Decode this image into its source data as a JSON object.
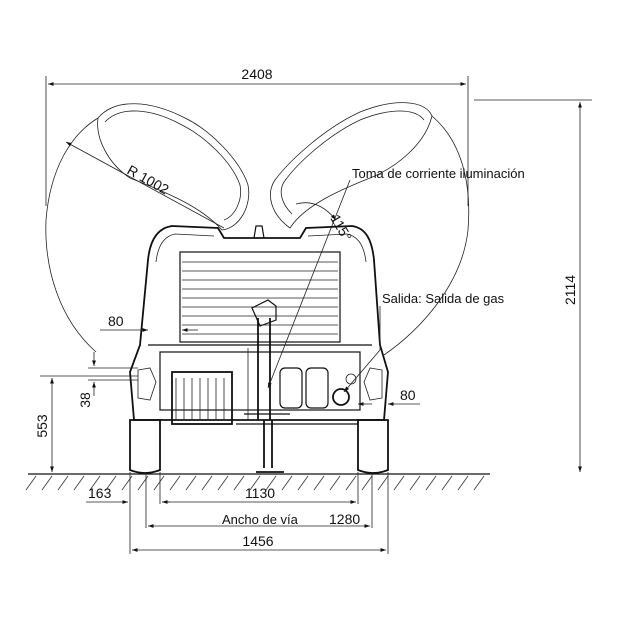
{
  "dimensions": {
    "overall_swing_width": "2408",
    "overall_height": "2114",
    "door_radius": "R 1002",
    "door_angle": "115°",
    "side_offset_upper": "80",
    "side_offset_right": "80",
    "small_height": "38",
    "axle_height": "553",
    "wheel_offset": "163",
    "wheel_inner_span": "1130",
    "track_width": "1280",
    "overall_width": "1456"
  },
  "labels": {
    "power_socket": "Toma de corriente iluminación",
    "gas_outlet": "Salida: Salida de gas",
    "track_width_label": "Ancho de vía"
  }
}
